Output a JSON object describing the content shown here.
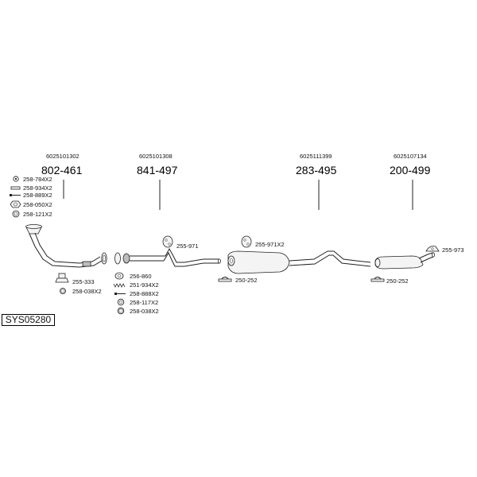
{
  "groups": [
    {
      "oem": "6025101302",
      "part": "802-461"
    },
    {
      "oem": "6025101308",
      "part": "841-497"
    },
    {
      "oem": "6025111399",
      "part": "283-495"
    },
    {
      "oem": "6025107134",
      "part": "200-499"
    }
  ],
  "accessories": {
    "kit1": [
      "258-784X2",
      "258-934X2",
      "258-889X2",
      "258-050X2",
      "258-121X2"
    ],
    "mount1": "255-333",
    "clamp1": "258-038X2",
    "mount2": "255-971",
    "kit2": [
      "256-860",
      "251-934X2",
      "258-888X2",
      "258-117X2",
      "258-038X2"
    ],
    "mount3": "255-971X2",
    "clamp_mid": "250-252",
    "clamp_rear": "250-252",
    "mount_rear": "255-973"
  },
  "system_code": "SYS05280"
}
